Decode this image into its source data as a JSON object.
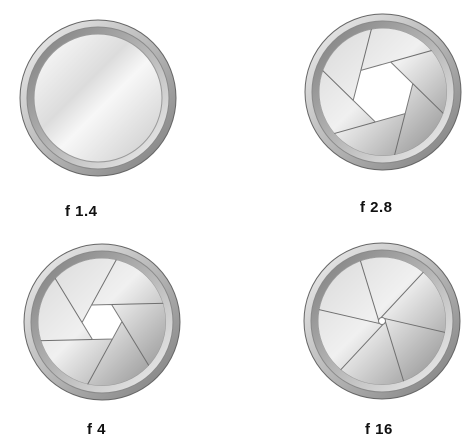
{
  "apertures": [
    {
      "label": "f 1.4",
      "opening": 1.0,
      "blades": 6
    },
    {
      "label": "f 2.8",
      "opening": 0.62,
      "blades": 6
    },
    {
      "label": "f 4",
      "opening": 0.4,
      "blades": 6
    },
    {
      "label": "f 16",
      "opening": 0.07,
      "blades": 6
    }
  ],
  "colors": {
    "background": "#ffffff",
    "ring_light": "#f2f2f2",
    "ring_dark": "#7a7a7a",
    "blade_light": "#d9d9d9",
    "blade_dark": "#8c8c8c",
    "opening": "#ffffff",
    "label": "#111111"
  }
}
